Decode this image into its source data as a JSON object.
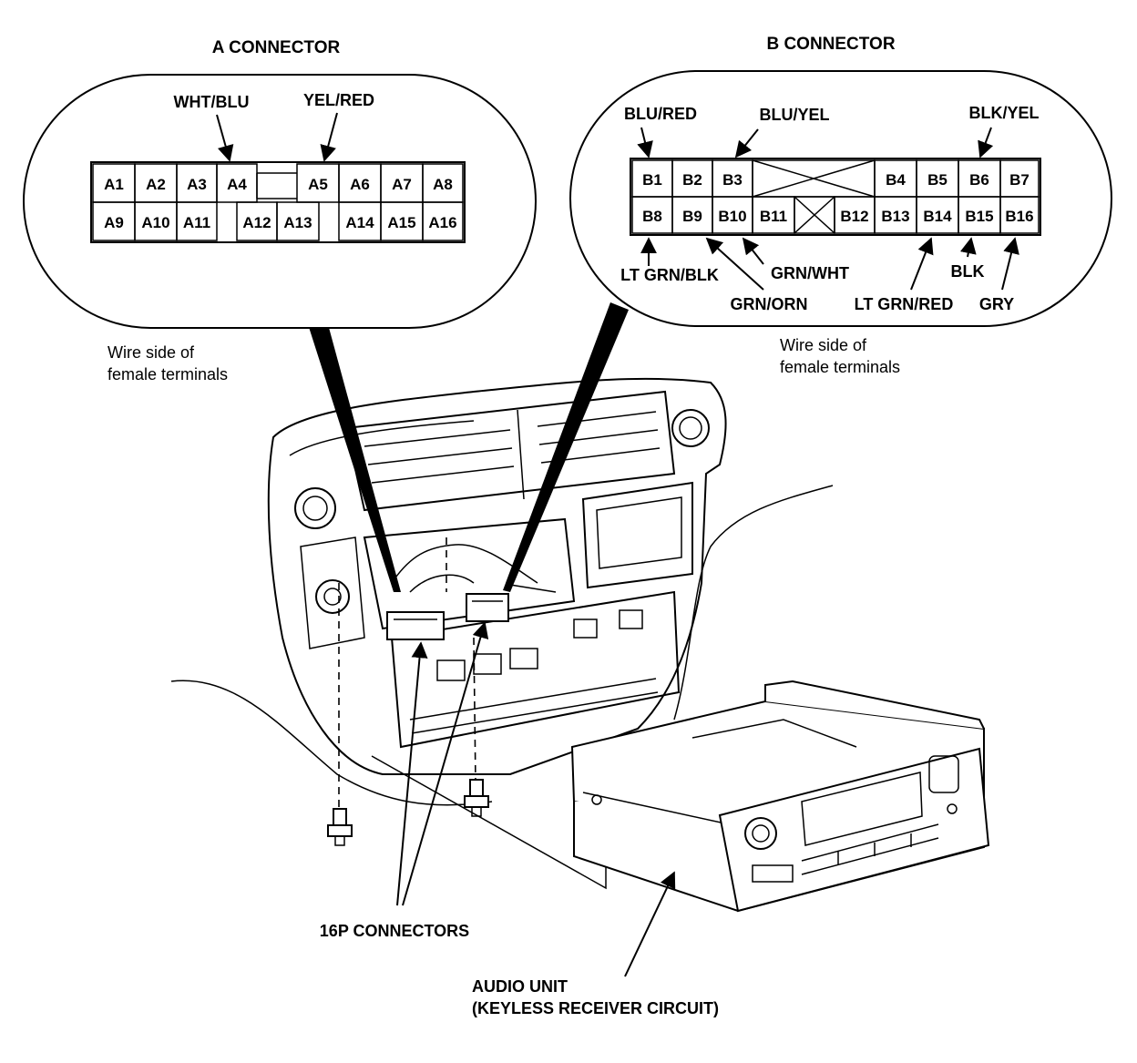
{
  "connector_a": {
    "title": "A CONNECTOR",
    "wire_top_left": "WHT/BLU",
    "wire_top_right": "YEL/RED",
    "pins": [
      "A1",
      "A2",
      "A3",
      "A4",
      "A5",
      "A6",
      "A7",
      "A8",
      "A9",
      "A10",
      "A11",
      "A12",
      "A13",
      "A14",
      "A15",
      "A16"
    ],
    "note_line1": "Wire side of",
    "note_line2": "female terminals"
  },
  "connector_b": {
    "title": "B CONNECTOR",
    "wires": {
      "b1": "BLU/RED",
      "b3": "BLU/YEL",
      "b6": "BLK/YEL",
      "b8": "LT GRN/BLK",
      "b9": "GRN/ORN",
      "b10": "GRN/WHT",
      "b14": "LT GRN/RED",
      "b15": "BLK",
      "b16": "GRY"
    },
    "pins": [
      "B1",
      "B2",
      "B3",
      "B4",
      "B5",
      "B6",
      "B7",
      "B8",
      "B9",
      "B10",
      "B11",
      "B12",
      "B13",
      "B14",
      "B15",
      "B16"
    ],
    "note_line1": "Wire side of",
    "note_line2": "female terminals"
  },
  "callouts": {
    "connectors": "16P CONNECTORS",
    "audio_unit_line1": "AUDIO UNIT",
    "audio_unit_line2": "(KEYLESS RECEIVER CIRCUIT)"
  }
}
